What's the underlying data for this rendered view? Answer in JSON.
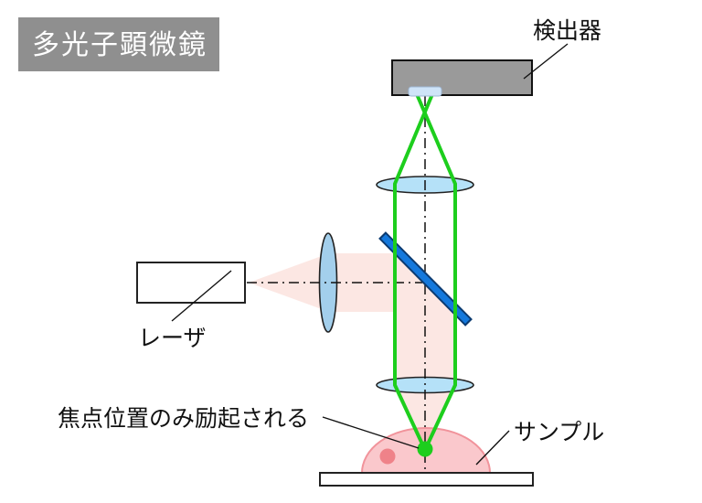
{
  "title": "多光子顕微鏡",
  "labels": {
    "detector": "検出器",
    "laser": "レーザ",
    "sample": "サンプル",
    "focus_note": "焦点位置のみ励起される"
  },
  "colors": {
    "title_bg": "#8f8f8f",
    "title_text": "#ffffff",
    "detector_body": "#9a9a9a",
    "detector_window": "#cfe4f8",
    "excitation_beam": "#fce7e3",
    "emission_beam": "#1dce1d",
    "focus_spot": "#1dce1d",
    "dichroic_mirror": "#1478dc",
    "lens": "#b5e1f8",
    "collimator_lens": "#a3cfec",
    "sample_body": "rgba(245,140,148,0.48)",
    "sample_outline": "#f1939b",
    "sample_spot": "#ef8289"
  }
}
